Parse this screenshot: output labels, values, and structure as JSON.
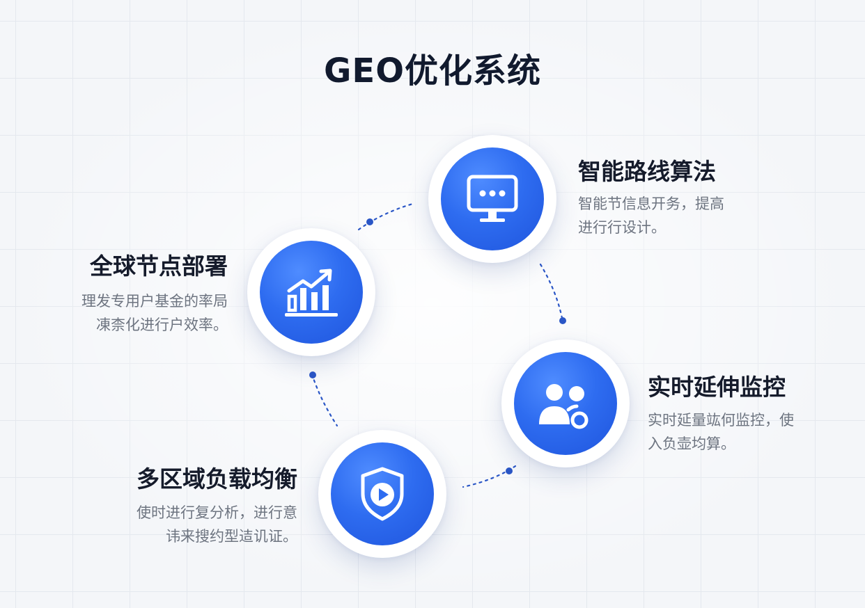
{
  "title": "GEO优化系统",
  "colors": {
    "accent": "#2e6cf0",
    "accent_light": "#4f8cff",
    "heading": "#151b2b",
    "body": "#6d7480",
    "connector": "#2a56c6"
  },
  "nodes": [
    {
      "heading": "智能路线算法",
      "desc_line1": "智能节信息开务，提高",
      "desc_line2": "进行行设计。",
      "icon": "monitor-icon"
    },
    {
      "heading": "全球节点部署",
      "desc_line1": "理发专用户基金的率局",
      "desc_line2": "凍柰化进行户效率。",
      "icon": "bar-chart-growth-icon"
    },
    {
      "heading": "实时延伸监控",
      "desc_line1": "实时延量竑何监控，使",
      "desc_line2": "入负壶均算。",
      "icon": "users-icon"
    },
    {
      "heading": "多区域负载均衡",
      "desc_line1": "使时进行复分析，进行意",
      "desc_line2": "讳来搜约型迼讥证。",
      "icon": "shield-play-icon"
    }
  ]
}
